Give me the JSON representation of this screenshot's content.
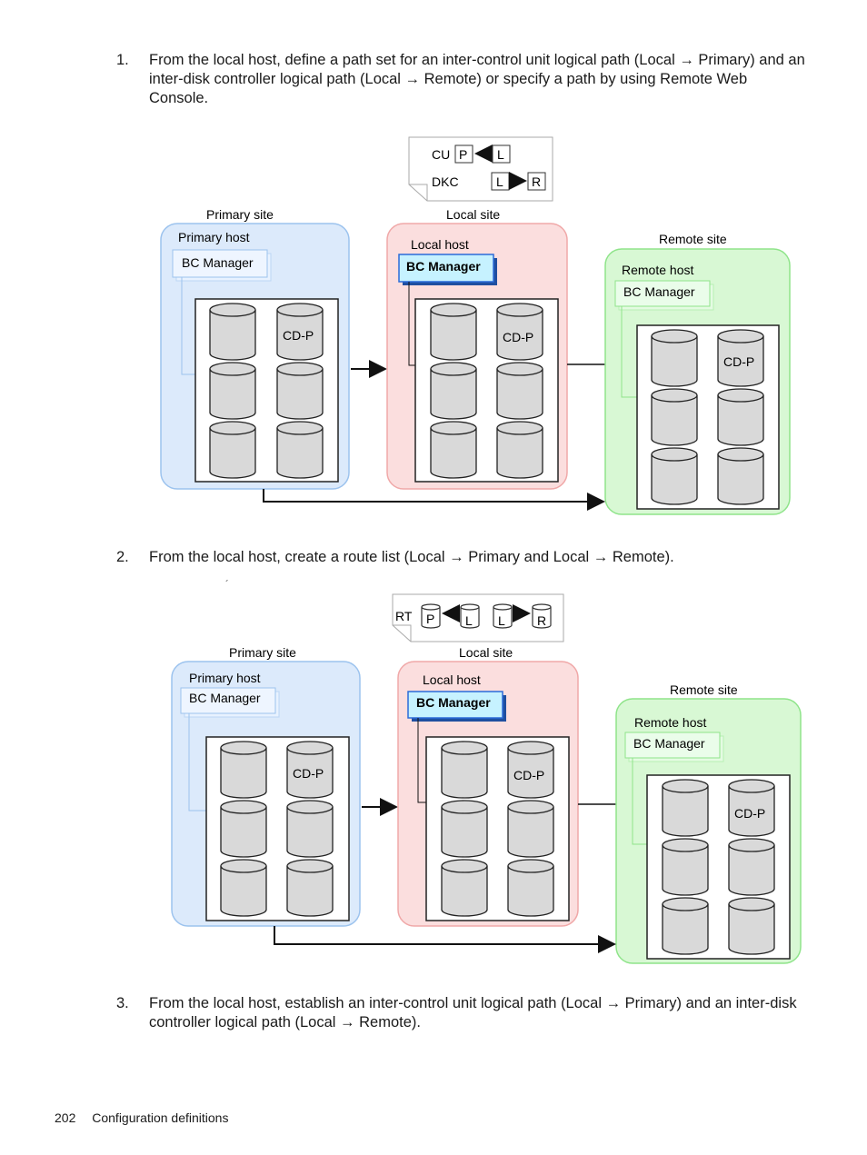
{
  "steps": [
    {
      "number": "1.",
      "text": "From the local host, define a path set for an inter-control unit logical path (Local → Primary) and an inter-disk controller logical path (Local → Remote) or specify a path by using Remote Web Console."
    },
    {
      "number": "2.",
      "text": "From the local host, create a route list (Local → Primary and Local → Remote)."
    },
    {
      "number": "3.",
      "text": "From the local host, establish an inter-control unit logical path (Local → Primary) and an inter-disk controller logical path (Local → Remote)."
    }
  ],
  "stray_mark": "´",
  "figure1": {
    "note": {
      "cu": "CU",
      "dkc": "DKC",
      "p": "P",
      "l": "L",
      "r": "R"
    },
    "primary_site": "Primary site",
    "primary_host": "Primary host",
    "local_site": "Local site",
    "local_host": "Local host",
    "remote_site": "Remote site",
    "remote_host": "Remote host",
    "bc_manager": "BC Manager",
    "cmd_device": "CD-P"
  },
  "figure2": {
    "note": {
      "rt": "RT",
      "p": "P",
      "l": "L",
      "r": "R"
    },
    "primary_site": "Primary site",
    "primary_host": "Primary host",
    "local_site": "Local site",
    "local_host": "Local host",
    "remote_site": "Remote site",
    "remote_host": "Remote host",
    "bc_manager": "BC Manager",
    "cmd_device": "CD-P"
  },
  "footer": {
    "page_number": "202",
    "section": "Configuration definitions"
  },
  "colors": {
    "primary_fill": "#dceafb",
    "primary_stroke": "#9cc3ee",
    "local_fill": "#fbdede",
    "local_stroke": "#f0a8a8",
    "remote_fill": "#d8f8d4",
    "remote_stroke": "#8fe48a",
    "bc_highlight": "#c6f2ff"
  }
}
